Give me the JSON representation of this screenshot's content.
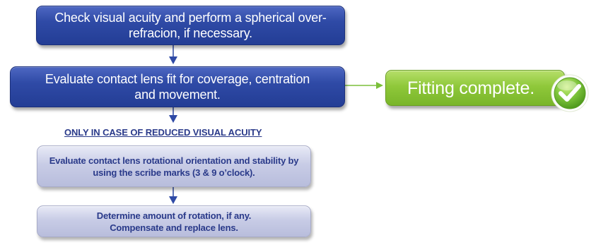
{
  "steps": {
    "step1": "Check visual acuity and perform a spherical over-refracion, if necessary.",
    "step2": "Evaluate contact lens fit for coverage, centration and movement.",
    "condition": "ONLY IN CASE OF REDUCED VISUAL ACUITY",
    "step3": "Evaluate contact lens rotational orientation and stability by using the scribe marks (3 & 9 o’clock).",
    "step4": "Determine amount of rotation, if any. Compensate and replace lens."
  },
  "result": {
    "label": "Fitting complete.",
    "icon": "checkmark-icon"
  },
  "colors": {
    "primary_box": "#2f4aa6",
    "secondary_box": "#c8cce6",
    "result_box": "#8fc83a",
    "text_accent": "#2a3a8a",
    "connector_down": "#2f4aa6",
    "connector_right": "#7bbf3a",
    "check_badge": "#7cc33a"
  }
}
